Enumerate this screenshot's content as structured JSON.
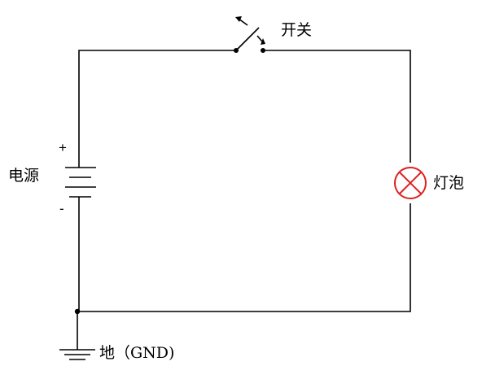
{
  "labels": {
    "switch": "开关",
    "power": "电源",
    "lamp": "灯泡",
    "ground": "地（GND)",
    "plus": "+",
    "minus": "-"
  },
  "colors": {
    "wire": "#000000",
    "lamp": "#e02020"
  },
  "icons": [
    "switch-icon",
    "battery-icon",
    "lamp-icon",
    "ground-icon"
  ]
}
